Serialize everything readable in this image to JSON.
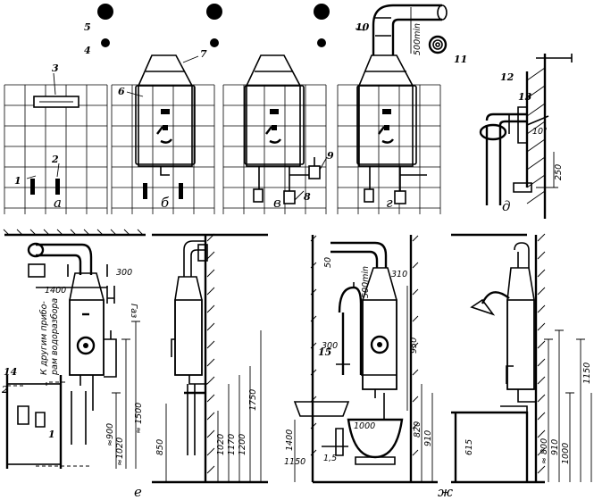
{
  "callouts": [
    "1",
    "2",
    "3",
    "4",
    "5",
    "6",
    "7",
    "8",
    "9",
    "10",
    "11",
    "12",
    "13",
    "14",
    "15"
  ],
  "panels": [
    "а",
    "б",
    "в",
    "г",
    "д",
    "е",
    "ж"
  ],
  "dims": {
    "d500a": "500min",
    "d10": "10°",
    "d250": "250",
    "d300": "300",
    "d1400": "1400",
    "gas": "Газ",
    "to_other": "К другим прибо-",
    "to_other2": "рам водоразбора",
    "d900": "≈900",
    "d1020a": "≈1020",
    "d1500": "≈ 1500",
    "d850": "850",
    "d1020b": "1020",
    "d1170": "1170",
    "d1200": "1200",
    "d1750": "1750",
    "d50": "50",
    "d500b": "500min",
    "d310": "310",
    "d300b": "300",
    "d950": "950",
    "d1400b": "1400",
    "d1150": "1150",
    "d820": "820",
    "d910a": "910",
    "d1000a": "1000",
    "d15": "1,5",
    "d615": "615",
    "d800": "≈ 800",
    "d910b": "910",
    "d1000b": "1000",
    "d1150b": "1150"
  }
}
